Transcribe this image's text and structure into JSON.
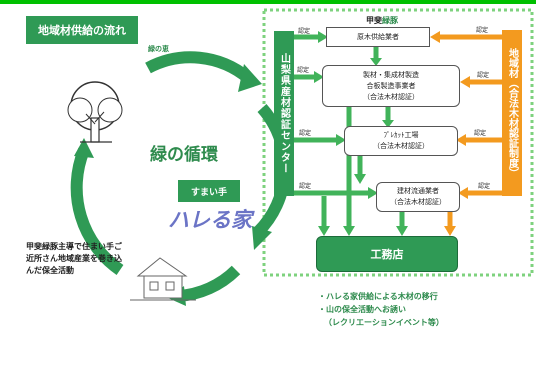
{
  "title": "地域材供給の流れ",
  "green_origin_label": "緑の恵",
  "cycle_label": "緑の循環",
  "sumaite_label": "すまい手",
  "brand_label": "ハレる家",
  "left_description": "甲斐緑豚主導で住まい手ご近所さん地域産業を巻き込んだ保全活動",
  "center_vertical": "山梨県産材認証センター",
  "regional_vertical": "地域材（合法木材認証制度）",
  "kai_label_prefix": "甲斐",
  "kai_label_green": "緑豚",
  "boxes": {
    "supplier": "原木供給業者",
    "manufacturer_line1": "製材・集成材製造",
    "manufacturer_line2": "合板製造事業者",
    "manufacturer_line3": "（合法木材認証）",
    "precut_line1": "ﾌﾟﾚｶｯﾄ工場",
    "precut_line2": "（合法木材認証）",
    "distributor_line1": "建材流通業者",
    "distributor_line2": "（合法木材認証）",
    "contractor": "工務店"
  },
  "cert_label": "認定",
  "bullets": [
    "・ハレる家供給による木材の移行",
    "・山の保全活動へお誘い",
    "（レクリエーションイベント等）"
  ],
  "colors": {
    "green": "#2f9a55",
    "orange": "#f39a1f",
    "dashed_border": "#7ed27e",
    "top_bar": "#00c000"
  }
}
